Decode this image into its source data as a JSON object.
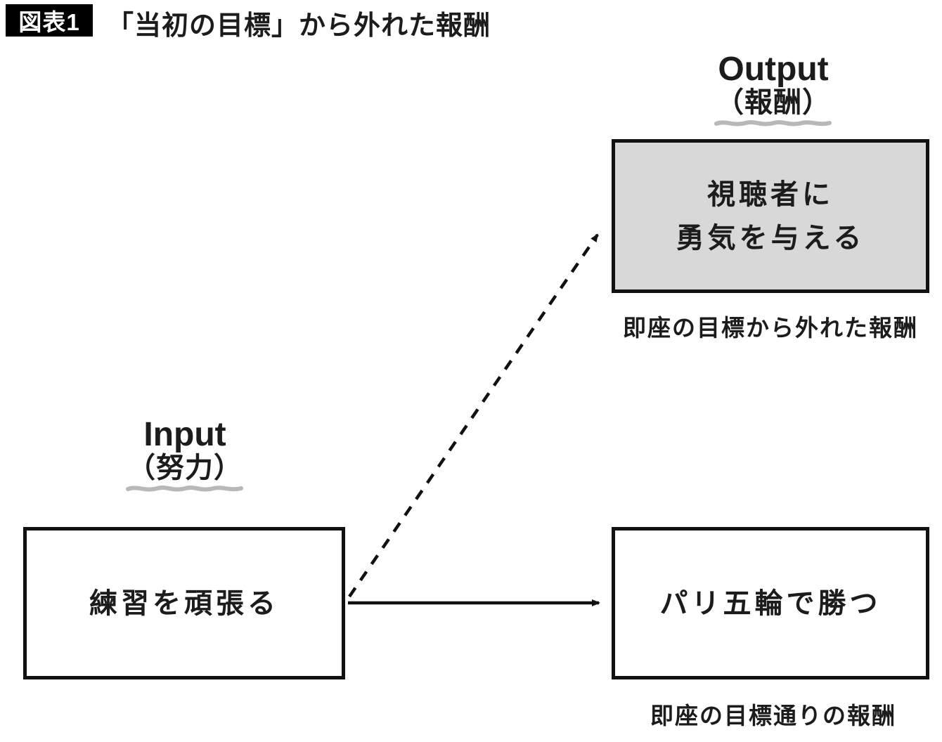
{
  "figure": {
    "badge": "図表1",
    "title": "「当初の目標」から外れた報酬"
  },
  "output_label": {
    "title": "Output",
    "subtitle": "（報酬）"
  },
  "input_label": {
    "title": "Input",
    "subtitle": "（努力）"
  },
  "boxes": {
    "viewer_courage": {
      "line1": "視聴者に",
      "line2": "勇気を与える",
      "fill": "#d8d8d8"
    },
    "practice": {
      "text": "練習を頑張る",
      "fill": "#ffffff"
    },
    "paris_win": {
      "text": "パリ五輪で勝つ",
      "fill": "#ffffff"
    }
  },
  "captions": {
    "off_target": "即座の目標から外れた報酬",
    "on_target": "即座の目標通りの報酬"
  },
  "arrows": {
    "solid_arrow": "practice → paris_win",
    "dashed_arrow": "practice → viewer_courage"
  },
  "colors": {
    "ink": "#1c1c1c",
    "border": "#111111",
    "gray_fill": "#d8d8d8",
    "scribble": "#b8b8b8",
    "badge_bg": "#000000",
    "badge_text": "#ffffff"
  }
}
